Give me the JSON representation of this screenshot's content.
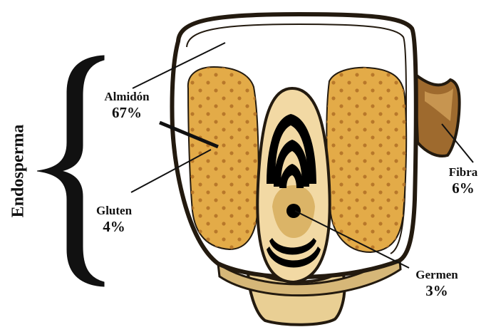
{
  "diagram": {
    "labels": {
      "endosperma": "Endosperma",
      "almidon_name": "Almidón",
      "almidon_pct": "67%",
      "gluten_name": "Gluten",
      "gluten_pct": "4%",
      "fibra_name": "Fibra",
      "fibra_pct": "6%",
      "germen_name": "Germen",
      "germen_pct": "3%"
    },
    "colors": {
      "outline": "#231a0f",
      "hull": "#ffffff",
      "gluten_fill": "#e3ab48",
      "gluten_dots": "#b8782a",
      "germ_shell": "#f2d9a4",
      "germ_inner": "#dbb467",
      "base": "#e9cf94",
      "fibra_fill": "#9e6a2e",
      "rings": "#000000"
    }
  }
}
